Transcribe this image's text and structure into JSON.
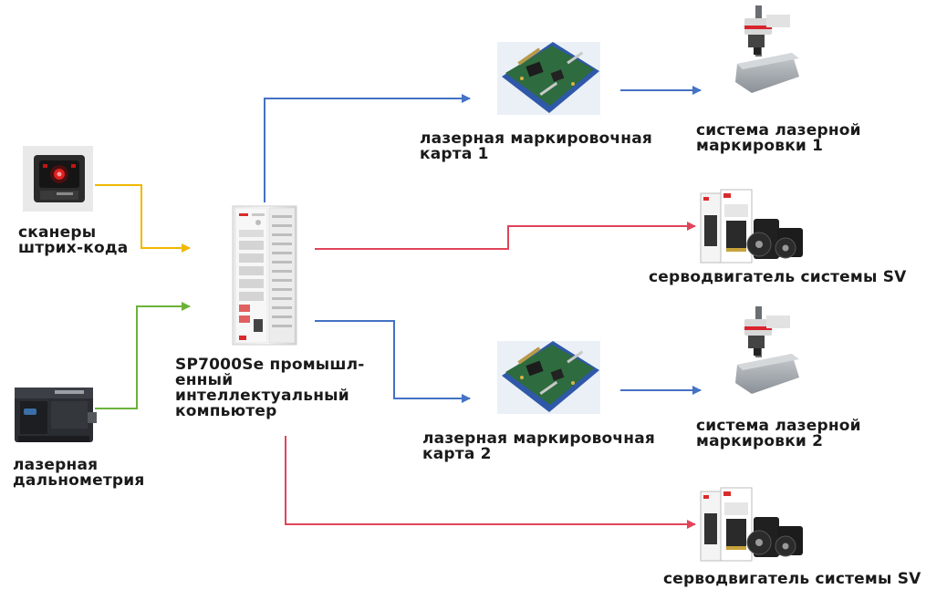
{
  "colors": {
    "blue": "#4472c4",
    "red": "#e0445a",
    "yellow": "#f0b800",
    "green": "#6cb23a",
    "text": "#1a1a1a"
  },
  "inputs": {
    "barcode_scanner": {
      "icon": "barcode-scanner-icon",
      "line1": "сканеры",
      "line2": "штрих-кода"
    },
    "laser_ranging": {
      "icon": "laser-rangefinder-icon",
      "line1": "лазерная",
      "line2": "дальнометрия"
    }
  },
  "controller": {
    "icon": "industrial-pc-icon",
    "line1": "SP7000Se промышл-",
    "line2": "енный",
    "line3": "интеллектуальный",
    "line4": "компьютер"
  },
  "outputs": {
    "card1": {
      "icon": "marking-card-icon",
      "line1": "лазерная маркировочная",
      "line2": "карта 1"
    },
    "system1": {
      "icon": "laser-marker-icon",
      "line1": "система лазерной",
      "line2": "маркировки 1"
    },
    "servo1": {
      "icon": "servo-motor-icon",
      "line1": "серводвигатель системы SV"
    },
    "card2": {
      "icon": "marking-card-icon",
      "line1": "лазерная маркировочная",
      "line2": "карта 2"
    },
    "system2": {
      "icon": "laser-marker-icon",
      "line1": "система лазерной",
      "line2": "маркировки 2"
    },
    "servo2": {
      "icon": "servo-motor-icon",
      "line1": "серводвигатель системы SV"
    }
  }
}
